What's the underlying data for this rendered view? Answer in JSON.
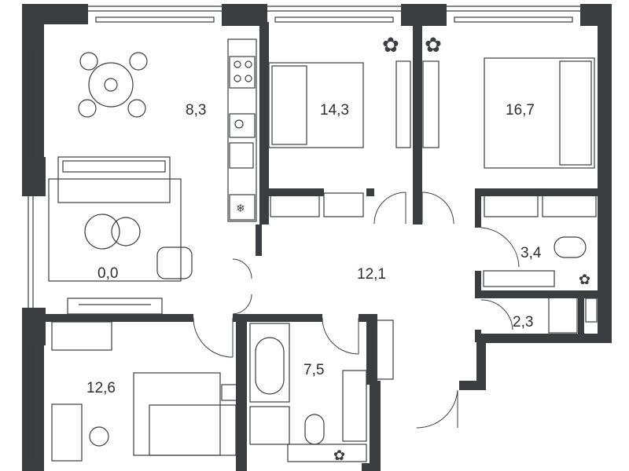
{
  "floorplan": {
    "colors": {
      "wall": "#3b3d40",
      "line": "#3b3d40",
      "background": "#ffffff",
      "text": "#2b2d30"
    },
    "rooms": [
      {
        "id": "kitchen-dining",
        "area": "8,3"
      },
      {
        "id": "bedroom-1",
        "area": "14,3"
      },
      {
        "id": "bedroom-2",
        "area": "16,7"
      },
      {
        "id": "living",
        "area": "0,0"
      },
      {
        "id": "hall",
        "area": "12,1"
      },
      {
        "id": "bathroom-1",
        "area": "3,4"
      },
      {
        "id": "bathroom-2",
        "area": "2,3"
      },
      {
        "id": "bedroom-3",
        "area": "12,6"
      },
      {
        "id": "bathroom-3",
        "area": "7,5"
      }
    ],
    "icons": [
      "dining-table-icon",
      "sofa-icon",
      "armchair-icon",
      "bed-icon",
      "bathtub-icon",
      "toilet-icon",
      "sink-icon",
      "stove-icon",
      "plant-icon",
      "wardrobe-icon",
      "desk-icon",
      "washing-machine-icon"
    ]
  }
}
